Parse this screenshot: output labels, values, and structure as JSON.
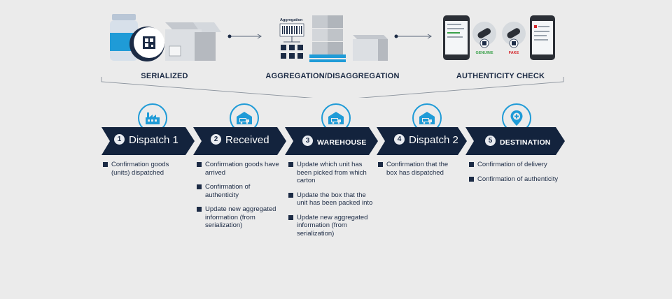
{
  "stages": [
    {
      "label": "SERIALIZED"
    },
    {
      "label": "AGGREGATION/DISAGGREGATION",
      "barcode_label": "Aggregation"
    },
    {
      "label": "AUTHENTICITY CHECK",
      "genuine_label": "GENUINE",
      "fake_label": "FAKE"
    }
  ],
  "steps": [
    {
      "number": "1",
      "title": "Dispatch 1",
      "icon": "factory-icon",
      "bullets": [
        "Confirmation goods (units) dispatched"
      ]
    },
    {
      "number": "2",
      "title": "Received",
      "icon": "warehouse-truck-icon",
      "bullets": [
        "Confirmation goods have arrived",
        "Confirmation of authenticity",
        "Update new aggregated information (from serialization)"
      ]
    },
    {
      "number": "3",
      "title": "WAREHOUSE",
      "icon": "warehouse-truck-icon",
      "bullets": [
        "Update which unit has been picked from which carton",
        "Update the box that the unit has been packed into",
        "Update new aggregated information (from serialization)"
      ]
    },
    {
      "number": "4",
      "title": "Dispatch 2",
      "icon": "warehouse-truck-icon",
      "bullets": [
        "Confirmation that the box has dispatched"
      ]
    },
    {
      "number": "5",
      "title": "DESTINATION",
      "icon": "location-pin-icon",
      "bullets": [
        "Confirmation of delivery",
        "Confirmation of authenticity"
      ]
    }
  ],
  "colors": {
    "accent": "#1f9bd7",
    "navy": "#1c2b45",
    "background": "#ebebeb",
    "genuine": "#3aa14a",
    "fake": "#d3262b"
  }
}
